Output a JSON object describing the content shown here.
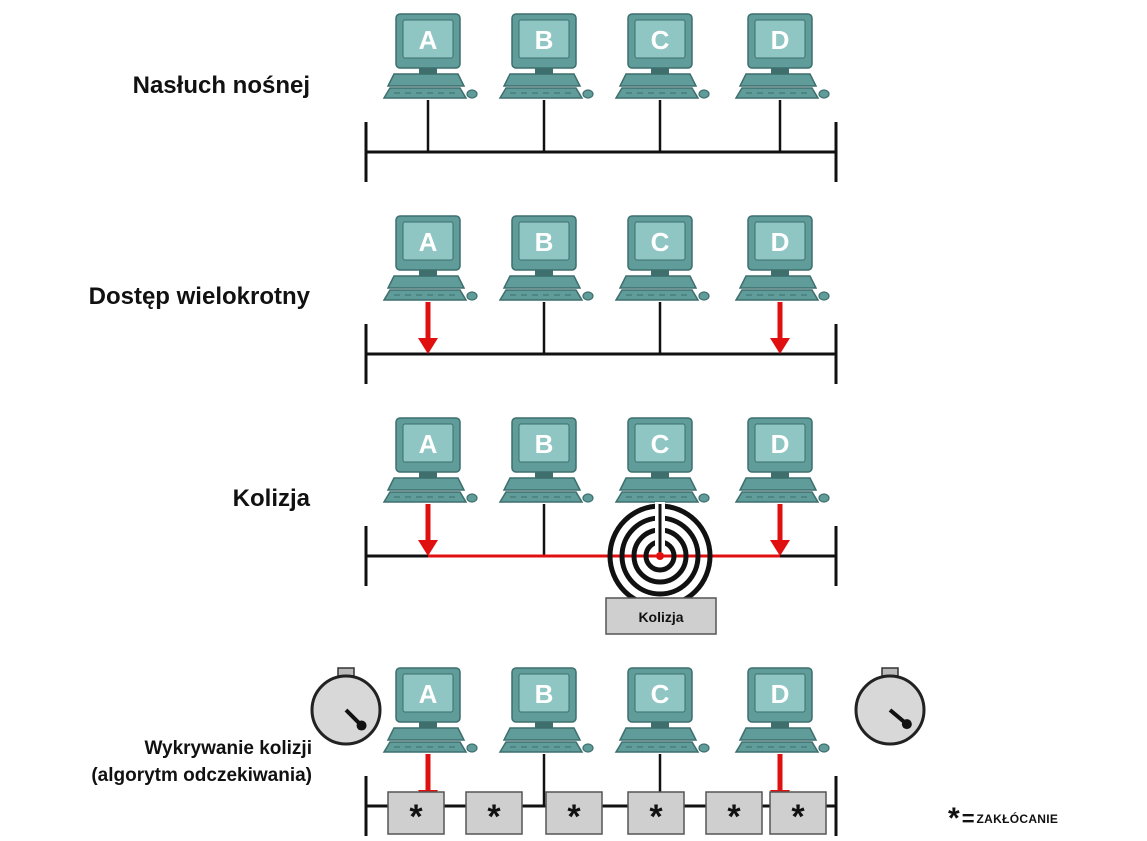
{
  "rows": [
    {
      "label": "Nasłuch nośnej",
      "mode": "listen"
    },
    {
      "label": "Dostęp wielokrotny",
      "mode": "access"
    },
    {
      "label": "Kolizja",
      "mode": "collision"
    },
    {
      "label_line1": "Wykrywanie kolizji",
      "label_line2": "(algorytm odczekiwania)",
      "mode": "jam"
    }
  ],
  "stations": [
    "A",
    "B",
    "C",
    "D"
  ],
  "transmitting_stations": [
    "A",
    "D"
  ],
  "collision_box_label": "Kolizja",
  "jam_symbol": "*",
  "jam_block_count": 6,
  "legend": {
    "symbol": "*",
    "equals": "=",
    "text": "ZAKŁÓCANIE"
  },
  "colors": {
    "monitor_body": "#5f9c9a",
    "monitor_screen": "#8fc6c4",
    "monitor_dark": "#3e6f6d",
    "bus": "#111111",
    "signal": "#e01010",
    "box_fill": "#cfcfcf",
    "timer_fill": "#d8d8d8"
  },
  "icons": [
    "computer-icon",
    "red-arrow-icon",
    "collision-rings-icon",
    "stopwatch-icon",
    "asterisk-icon"
  ]
}
